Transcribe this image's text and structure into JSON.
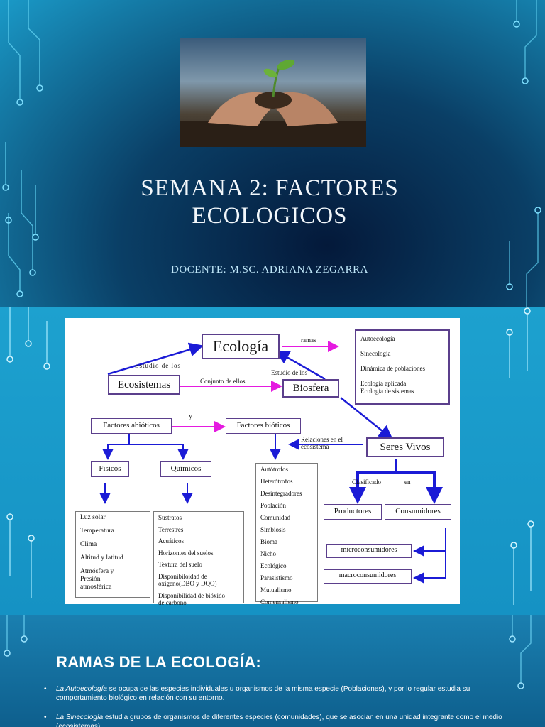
{
  "slide1": {
    "title": "SEMANA 2: FACTORES ECOLOGICOS",
    "subtitle": "DOCENTE: M.SC. ADRIANA ZEGARRA",
    "image_icon": "seedling-in-hands-photo"
  },
  "concept_map": {
    "ecologia": "Ecología",
    "ramas": "ramas",
    "ramas_list": [
      "Autoecología",
      "Sinecología",
      "Dinámica de poblaciones",
      "Ecología aplicada",
      "Ecología de sistemas"
    ],
    "estudio_de_los_1": "Estudio de los",
    "estudio_de_los_2": "Estudio de los",
    "ecosistemas": "Ecosistemas",
    "conjunto": "Conjunto de ellos",
    "biosfera": "Biosfera",
    "abioticos": "Factores abióticos",
    "y": "y",
    "bioticos": "Factores bióticos",
    "relaciones": "Relaciones en el",
    "ecosistema": "ecosistema",
    "seres_vivos": "Seres Vivos",
    "fisicos": "Físicos",
    "quimicos": "Químicos",
    "clasificado": "Clasificado",
    "en": "en",
    "productores": "Productores",
    "consumidores": "Consumidores",
    "microconsumidores": "microconsumidores",
    "macroconsumidores": "macroconsumidores",
    "fisicos_list": [
      "Luz solar",
      "Temperatura",
      "Clima",
      "Altitud y latitud",
      "Atmósfera y",
      "Presión",
      "atmosférica"
    ],
    "quimicos_list": [
      "Sustratos",
      "Terrestres",
      "Acuáticos",
      "Horizontes del suelos",
      "Textura del suelo",
      "Disponibiloidad de",
      "oxigeno(DBO y DQO)",
      "Disponibilidad de bióxido",
      "de carbono"
    ],
    "bioticos_list": [
      "Autótrofos",
      "Heterótrofos",
      "Desintegradores",
      "Población",
      "Comunidad",
      "Simbiosis",
      "Bioma",
      "Nicho",
      "Ecológico",
      "Parasistismo",
      "Mutualismo",
      "Comensalismo"
    ]
  },
  "slide3": {
    "title": "RAMAS DE LA ECOLOGÍA:",
    "bullet_char": "•",
    "b1_term": "La Autoecología",
    "b1_text": " se ocupa de las especies individuales u organismos de la misma especie (Poblaciones), y por lo regular estudia su comportamiento biológico en relación con su entorno.",
    "b2_term": "La Sinecología",
    "b2_text": " estudia grupos de organismos de diferentes especies (comunidades), que se asocian en una unidad integrante como el medio (ecosistemas)."
  }
}
